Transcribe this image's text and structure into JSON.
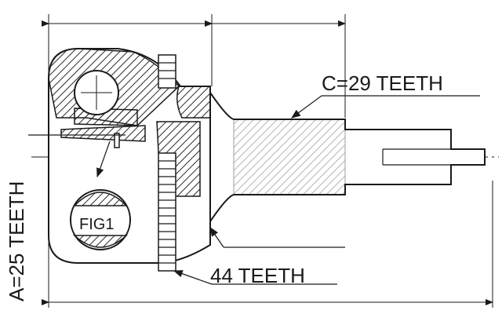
{
  "labels": {
    "spline_outer": "C=29 TEETH",
    "spline_inner": "A=25 TEETH",
    "abs_ring": "44 TEETH",
    "figure": "FIG1"
  },
  "colors": {
    "line": "#1a1a1a",
    "hatch": "#2a2a2a",
    "background": "#ffffff"
  }
}
